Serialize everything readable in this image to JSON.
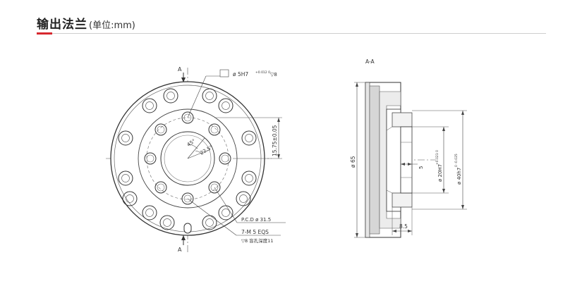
{
  "header": {
    "title": "输出法兰",
    "unit": "(单位:mm)",
    "accent_color": "#d7282f"
  },
  "front_view": {
    "section_top": "A",
    "section_bottom": "A",
    "bore_callout": "ø 5H7",
    "bore_tol": "+0.012 0",
    "bore_depth": "▽8",
    "dim_vertical": "15.75±0.05",
    "angle_1": "45°",
    "angle_2": "22.5°",
    "pcd": "P.C.D  ø 31.5",
    "thread": "7-M 5 EQS",
    "thread_depth": "▽8  盲孔深度11"
  },
  "section_view": {
    "title": "A-A",
    "dia_outer": "ø 65",
    "dia_inner": "ø 20H7",
    "dia_inner_tol": "+0.021 0",
    "dia_pilot": "ø 40h7",
    "dia_pilot_tol": "0 -0.025",
    "dim_small": "5",
    "dim_width": "8.5"
  }
}
